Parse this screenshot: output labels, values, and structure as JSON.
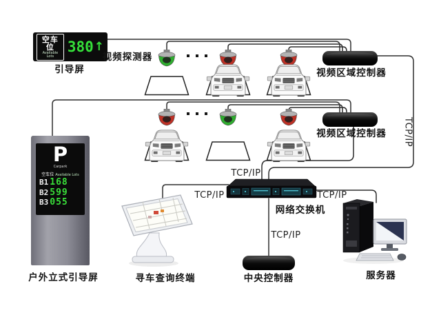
{
  "sign": {
    "zh": "空车位",
    "en": "Available Lots",
    "value": "380",
    "arrow": "↑",
    "caption": "引导屏"
  },
  "labels": {
    "detector": "视频探测器",
    "area_controller": "视频区域控制器",
    "switch": "网络交换机",
    "central": "中央控制器",
    "server": "服务器",
    "kiosk": "寻车查询终端",
    "pillar_caption": "户外立式引导屏",
    "tcpip": "TCP/IP"
  },
  "pillar": {
    "big": "P",
    "big_sub": "Carpark",
    "zh": "空车位",
    "en": "Available Lots",
    "rows": [
      {
        "floor": "B1",
        "count": "168"
      },
      {
        "floor": "B2",
        "count": "599"
      },
      {
        "floor": "B3",
        "count": "055"
      }
    ]
  },
  "rows": [
    {
      "cameras": [
        "green",
        "red",
        "red"
      ],
      "occupied": [
        false,
        true,
        true
      ]
    },
    {
      "cameras": [
        "red",
        "green",
        "red"
      ],
      "occupied": [
        true,
        false,
        true
      ]
    }
  ],
  "colors": {
    "led_green": "#35e03a",
    "camera_red": "#bf3126",
    "camera_green": "#2fae2f",
    "wire": "#2d2d2d"
  }
}
